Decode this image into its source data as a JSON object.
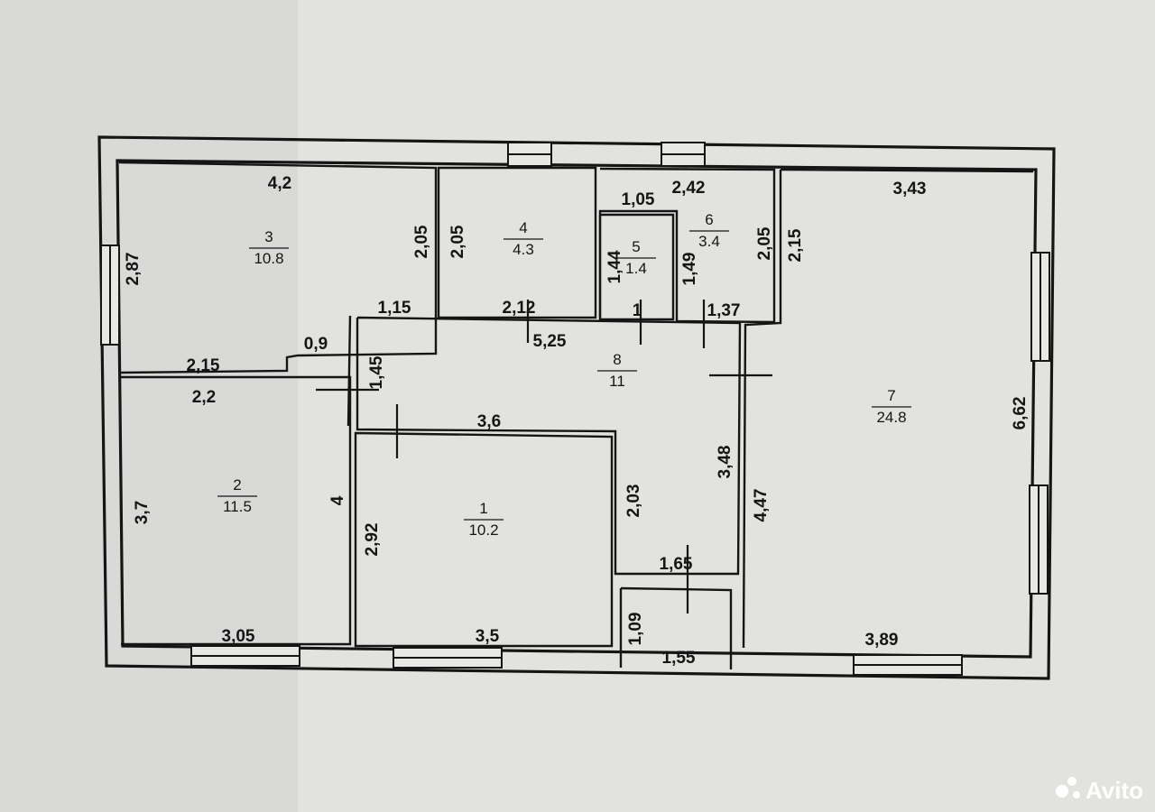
{
  "plan": {
    "rooms": [
      {
        "id": "1",
        "number": "1",
        "area": "10.2"
      },
      {
        "id": "2",
        "number": "2",
        "area": "11.5"
      },
      {
        "id": "3",
        "number": "3",
        "area": "10.8"
      },
      {
        "id": "4",
        "number": "4",
        "area": "4.3"
      },
      {
        "id": "5",
        "number": "5",
        "area": "1.4"
      },
      {
        "id": "6",
        "number": "6",
        "area": "3.4"
      },
      {
        "id": "7",
        "number": "7",
        "area": "24.8"
      },
      {
        "id": "8",
        "number": "8",
        "area": "11"
      }
    ],
    "dimensions": [
      "4,2",
      "2,87",
      "2,05",
      "0,9",
      "2,15",
      "1,15",
      "2,05",
      "2,12",
      "1,05",
      "1,44",
      "1",
      "2,42",
      "1,49",
      "2,05",
      "1,37",
      "3,43",
      "2,15",
      "6,62",
      "4,47",
      "3,89",
      "5,25",
      "1,45",
      "3,6",
      "3,48",
      "2,03",
      "1,65",
      "2,2",
      "3,7",
      "4",
      "3,05",
      "2,92",
      "3,5",
      "1,09",
      "1,55"
    ]
  },
  "watermark": {
    "text": "Avito"
  }
}
